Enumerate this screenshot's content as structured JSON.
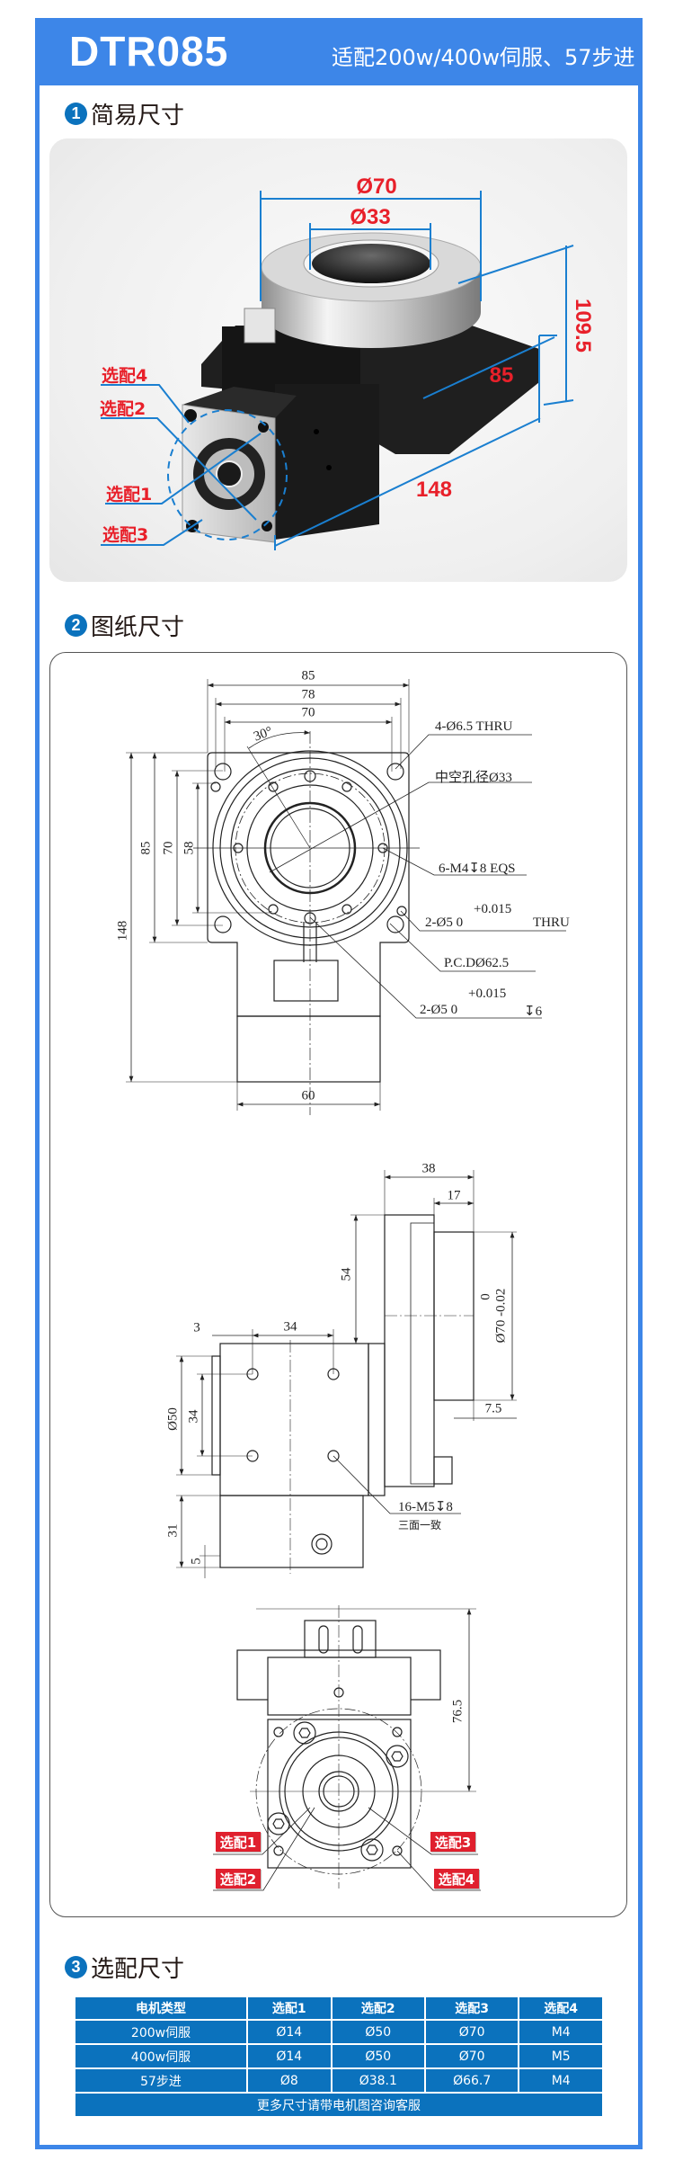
{
  "header": {
    "model": "DTR085",
    "subtitle": "适配200w/400w伺服、57步进"
  },
  "sections": [
    {
      "num": "1",
      "title": "简易尺寸"
    },
    {
      "num": "2",
      "title": "图纸尺寸"
    },
    {
      "num": "3",
      "title": "选配尺寸"
    }
  ],
  "photo": {
    "dims": {
      "outer_dia": "Ø70",
      "hollow_dia": "Ø33",
      "height": "109.5",
      "width": "85",
      "length": "148"
    },
    "options": [
      "选配1",
      "选配2",
      "选配3",
      "选配4"
    ]
  },
  "drawing": {
    "front": {
      "w85": "85",
      "w78": "78",
      "w70": "70",
      "angle": "30°",
      "h85": "85",
      "h70": "70",
      "h58": "58",
      "h148": "148",
      "w60": "60",
      "thru_holes": "4-Ø6.5 THRU",
      "hollow": "中空孔径Ø33",
      "tapped": "6-M4↧8 EQS",
      "pin1_tol": "+0.015",
      "pin1": "2-Ø5   0",
      "pin1_suffix": "THRU",
      "pcd": "P.C.DØ62.5",
      "pin2_tol": "+0.015",
      "pin2": "2-Ø5   0",
      "pin2_suffix": "↧6"
    },
    "side": {
      "w38": "38",
      "w17": "17",
      "h54": "54",
      "tol_upper": "0",
      "dia70": "Ø70 -0.02",
      "d7_5": "7.5",
      "d3": "3",
      "w34": "34",
      "dia50": "Ø50",
      "h34": "34",
      "h31": "31",
      "h5": "5",
      "tapped": "16-M5↧8",
      "note": "三面一致"
    },
    "bottom": {
      "h76_5": "76.5",
      "options": [
        "选配1",
        "选配2",
        "选配3",
        "选配4"
      ]
    }
  },
  "table": {
    "headers": [
      "电机类型",
      "选配1",
      "选配2",
      "选配3",
      "选配4"
    ],
    "rows": [
      [
        "200w伺服",
        "Ø14",
        "Ø50",
        "Ø70",
        "M4"
      ],
      [
        "400w伺服",
        "Ø14",
        "Ø50",
        "Ø70",
        "M5"
      ],
      [
        "57步进",
        "Ø8",
        "Ø38.1",
        "Ø66.7",
        "M4"
      ]
    ],
    "footer": "更多尺寸请带电机图咨询客服"
  },
  "colors": {
    "brand_blue": "#3d86e8",
    "table_blue": "#0b72bd",
    "dim_red": "#e8202a",
    "dim_line_blue": "#1a7fd0"
  }
}
